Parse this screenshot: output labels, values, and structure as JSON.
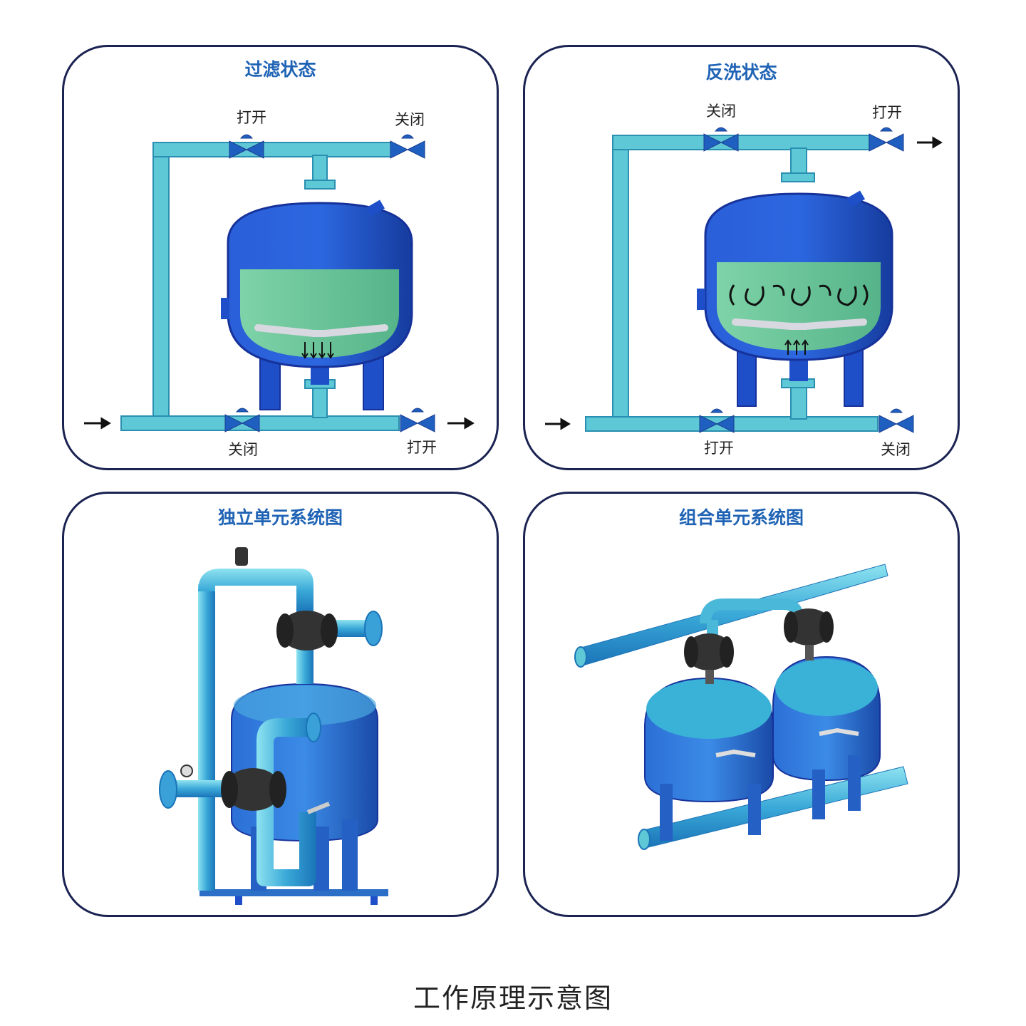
{
  "panels": {
    "filter": {
      "title": "过滤状态",
      "valve_top_left": "打开",
      "valve_top_right": "关闭",
      "valve_bottom_left": "关闭",
      "valve_bottom_right": "打开"
    },
    "backwash": {
      "title": "反洗状态",
      "valve_top_left": "关闭",
      "valve_top_right": "打开",
      "valve_bottom_left": "打开",
      "valve_bottom_right": "关闭"
    },
    "single": {
      "title": "独立单元系统图"
    },
    "combined": {
      "title": "组合单元系统图"
    }
  },
  "caption": "工作原理示意图",
  "colors": {
    "pipe": "#5fc8d6",
    "pipe_edge": "#2a8fb0",
    "tank": "#1e4fc8",
    "tank_dark": "#16329a",
    "media": "#6cc79a",
    "valve": "#1f5fc0",
    "border": "#1a2352",
    "title": "#1f63b5"
  }
}
